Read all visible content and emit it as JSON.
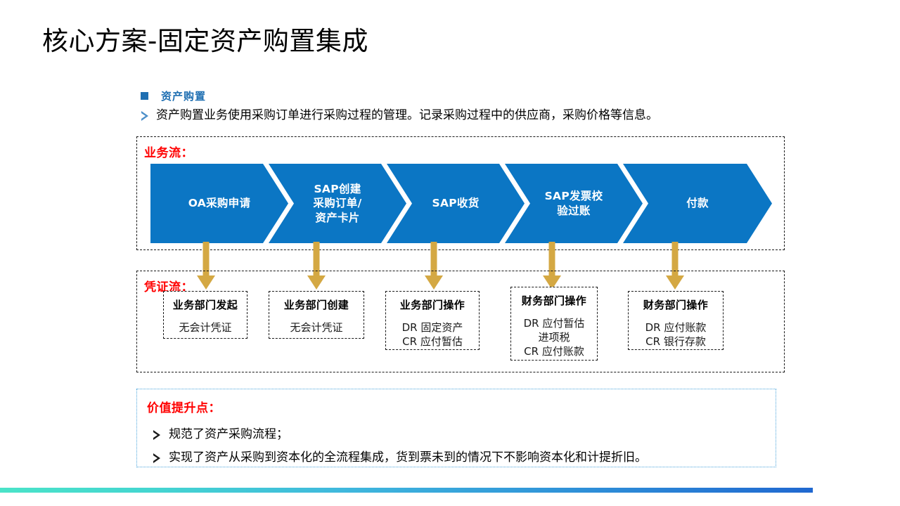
{
  "slide": {
    "title": "核心方案-固定资产购置集成"
  },
  "intro": {
    "heading": "资产购置",
    "description": "资产购置业务使用采购订单进行采购过程的管理。记录采购过程中的供应商，采购价格等信息。",
    "bullet_icon": "square-bullet-icon",
    "arrow_icon": "triangle-arrow-bullet-icon"
  },
  "business_flow": {
    "label": "业务流：",
    "steps": [
      {
        "label": "OA采购申请"
      },
      {
        "label": "SAP创建\n采购订单/\n资产卡片"
      },
      {
        "label": "SAP收货"
      },
      {
        "label": "SAP发票校\n验过账"
      },
      {
        "label": "付款"
      }
    ]
  },
  "voucher_flow": {
    "label": "凭证流：",
    "connector_icon": "down-arrow-icon",
    "boxes": [
      {
        "title": "业务部门发起",
        "body": "无会计凭证"
      },
      {
        "title": "业务部门创建",
        "body": "无会计凭证"
      },
      {
        "title": "业务部门操作",
        "body": "DR  固定资产\nCR 应付暂估"
      },
      {
        "title": "财务部门操作",
        "body": "DR 应付暂估\n进项税\nCR 应付账款"
      },
      {
        "title": "财务部门操作",
        "body": "DR 应付账款\nCR 银行存款"
      }
    ]
  },
  "value_section": {
    "title": "价值提升点：",
    "arrow_icon": "triangle-arrow-bullet-icon",
    "items": [
      "规范了资产采购流程；",
      "实现了资产从采购到资本化的全流程集成，货到票未到的情况下不影响资本化和计提折旧。"
    ]
  },
  "colors": {
    "chevron_blue": "#0b76c4",
    "accent_red": "#ff0000",
    "heading_blue": "#1f6fb2",
    "gold_arrow": "#d4a843",
    "value_border": "#4da6dd",
    "bar_gradient_start": "#4ae3c8",
    "bar_gradient_end": "#2068d0"
  }
}
